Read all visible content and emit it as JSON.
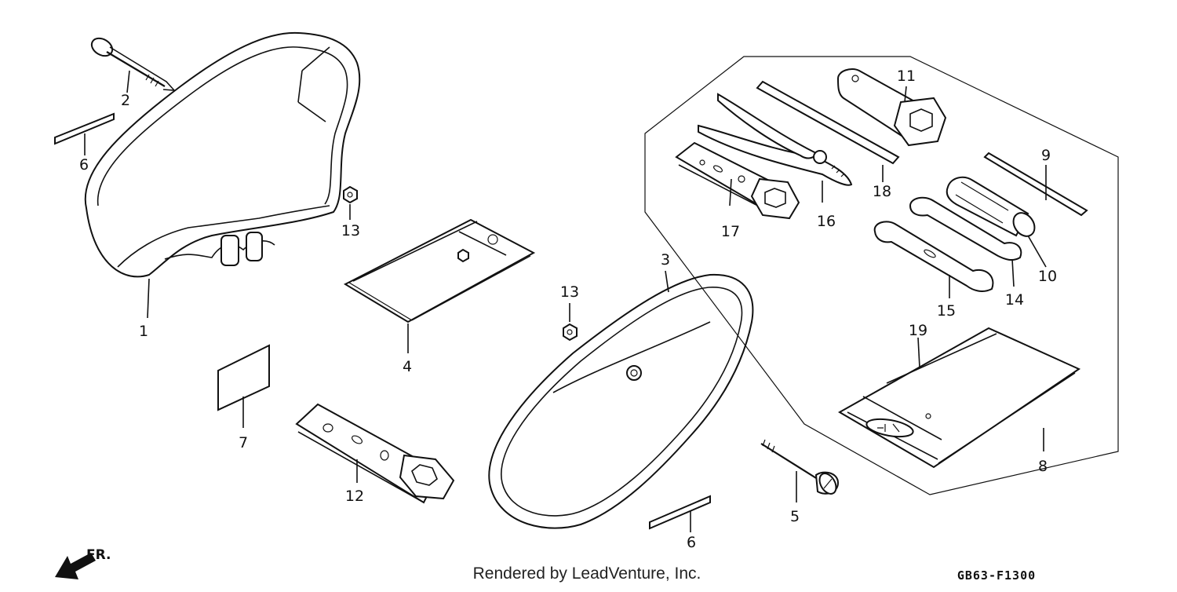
{
  "diagram": {
    "callouts": [
      {
        "id": "c1",
        "label": "1"
      },
      {
        "id": "c2",
        "label": "2"
      },
      {
        "id": "c3",
        "label": "3"
      },
      {
        "id": "c4",
        "label": "4"
      },
      {
        "id": "c5",
        "label": "5"
      },
      {
        "id": "c6a",
        "label": "6"
      },
      {
        "id": "c6b",
        "label": "6"
      },
      {
        "id": "c7",
        "label": "7"
      },
      {
        "id": "c8",
        "label": "8"
      },
      {
        "id": "c9",
        "label": "9"
      },
      {
        "id": "c10",
        "label": "10"
      },
      {
        "id": "c11",
        "label": "11"
      },
      {
        "id": "c12",
        "label": "12"
      },
      {
        "id": "c13a",
        "label": "13"
      },
      {
        "id": "c13b",
        "label": "13"
      },
      {
        "id": "c14",
        "label": "14"
      },
      {
        "id": "c15",
        "label": "15"
      },
      {
        "id": "c16",
        "label": "16"
      },
      {
        "id": "c17",
        "label": "17"
      },
      {
        "id": "c18",
        "label": "18"
      },
      {
        "id": "c19",
        "label": "19"
      }
    ],
    "direction_label": "FR.",
    "credit": "Rendered by LeadVenture, Inc.",
    "drawing_code": "GB63-F1300"
  }
}
